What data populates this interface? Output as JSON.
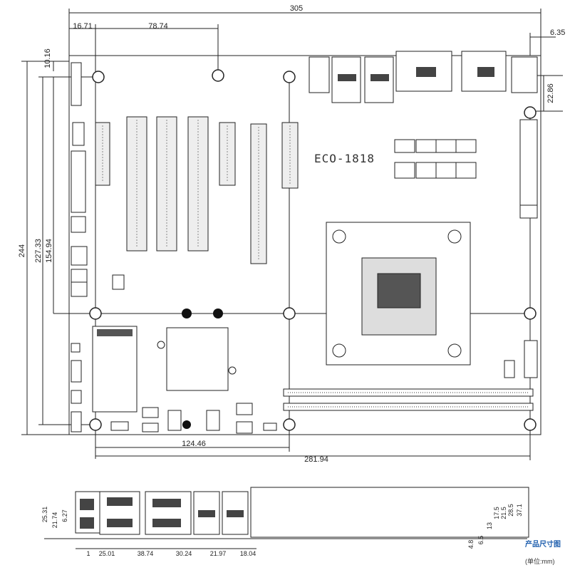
{
  "board": {
    "model": "ECO-1818"
  },
  "dimensions": {
    "top": {
      "overall_width": "305",
      "d_16_71": "16.71",
      "d_78_74": "78.74",
      "d_6_35": "6.35",
      "d_10_16": "10.16",
      "d_22_86": "22.86"
    },
    "left": {
      "h_244": "244",
      "h_227_33": "227.33",
      "h_154_94": "154.94"
    },
    "bottom": {
      "d_124_46": "124.46",
      "d_281_94": "281.94"
    },
    "io_side": {
      "d_25_31": "25.31",
      "d_21_74": "21.74",
      "d_6_27": "6.27",
      "d_1": "1",
      "d_25_01": "25.01",
      "d_38_74": "38.74",
      "d_30_24": "30.24",
      "d_21_97": "21.97",
      "d_18_04": "18.04",
      "d_4_8": "4.8",
      "d_6_5": "6.5",
      "d_13": "13",
      "d_17_5": "17.5",
      "d_21_5": "21.5",
      "d_28_5": "28.5",
      "d_37_1": "37.1"
    }
  },
  "caption": {
    "title": "产品尺寸图",
    "unit": "(单位:mm)"
  }
}
